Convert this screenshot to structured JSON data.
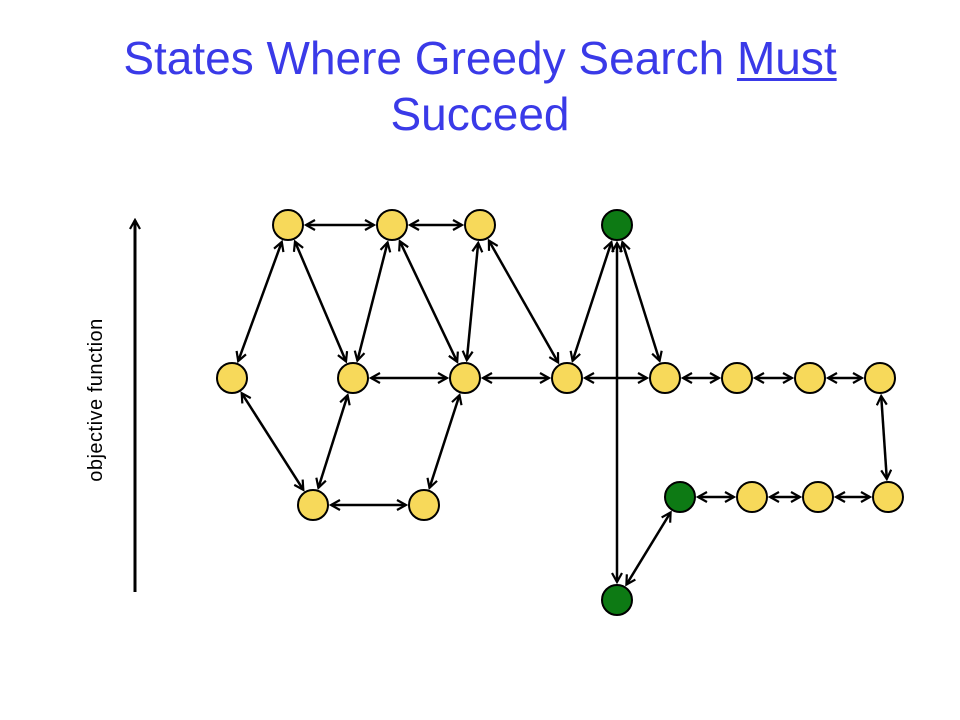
{
  "title": {
    "part1": "States Where Greedy Search ",
    "emphasis": "Must",
    "part2": "Succeed"
  },
  "axis": {
    "label": "objective function"
  },
  "colors": {
    "title": "#3a3ae8",
    "state_fill": "#f7d95a",
    "goal_fill": "#0d7a14",
    "stroke": "#000000"
  },
  "states": [
    {
      "id": "t1",
      "kind": "normal"
    },
    {
      "id": "t2",
      "kind": "normal"
    },
    {
      "id": "t3",
      "kind": "normal"
    },
    {
      "id": "t4",
      "kind": "goal"
    },
    {
      "id": "m1",
      "kind": "normal"
    },
    {
      "id": "m2",
      "kind": "normal"
    },
    {
      "id": "m3",
      "kind": "normal"
    },
    {
      "id": "m4",
      "kind": "normal"
    },
    {
      "id": "m5",
      "kind": "normal"
    },
    {
      "id": "m6",
      "kind": "normal"
    },
    {
      "id": "m7",
      "kind": "normal"
    },
    {
      "id": "m8",
      "kind": "normal"
    },
    {
      "id": "b1",
      "kind": "normal"
    },
    {
      "id": "b2",
      "kind": "normal"
    },
    {
      "id": "b3",
      "kind": "goal"
    },
    {
      "id": "b4",
      "kind": "normal"
    },
    {
      "id": "b5",
      "kind": "normal"
    },
    {
      "id": "b6",
      "kind": "normal"
    },
    {
      "id": "g1",
      "kind": "goal"
    }
  ],
  "transitions": [
    [
      "t1",
      "t2"
    ],
    [
      "t2",
      "t3"
    ],
    [
      "t1",
      "m1"
    ],
    [
      "t1",
      "m2"
    ],
    [
      "t2",
      "m2"
    ],
    [
      "t2",
      "m3"
    ],
    [
      "t3",
      "m3"
    ],
    [
      "t3",
      "m4"
    ],
    [
      "t4",
      "m4"
    ],
    [
      "t4",
      "m5"
    ],
    [
      "t4",
      "g1"
    ],
    [
      "m2",
      "m3"
    ],
    [
      "m3",
      "m4"
    ],
    [
      "m4",
      "m5"
    ],
    [
      "m5",
      "m6"
    ],
    [
      "m6",
      "m7"
    ],
    [
      "m7",
      "m8"
    ],
    [
      "m8",
      "b6"
    ],
    [
      "m1",
      "b1"
    ],
    [
      "m2",
      "b1"
    ],
    [
      "m3",
      "b2"
    ],
    [
      "b1",
      "b2"
    ],
    [
      "b3",
      "b4"
    ],
    [
      "b4",
      "b5"
    ],
    [
      "b5",
      "b6"
    ],
    [
      "g1",
      "b3"
    ]
  ]
}
